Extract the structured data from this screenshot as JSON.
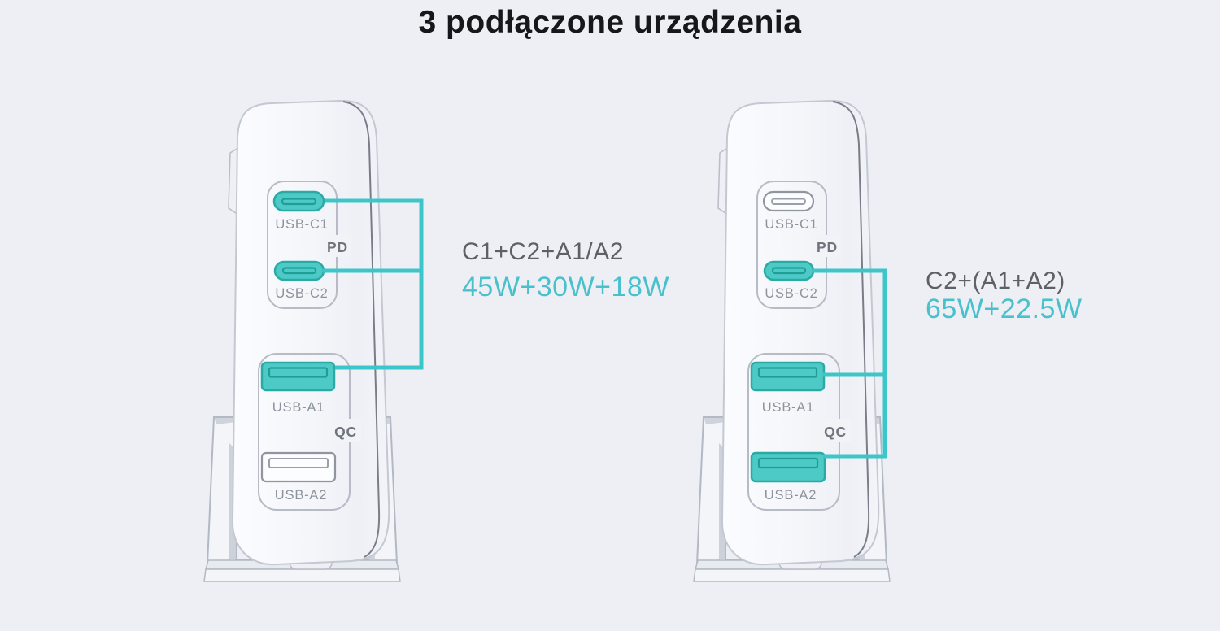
{
  "page": {
    "title": "3 podłączone urządzenia"
  },
  "colors": {
    "background": "#edeff4",
    "accent_teal": "#3dc6c9",
    "port_active_fill": "#4ecac6",
    "power_text_teal": "#49c1cc",
    "combo_text_gray": "#5c6067",
    "port_label_gray": "#8d939d",
    "title_dark": "#16171a"
  },
  "chargers": [
    {
      "name": "charger-left",
      "pd_label": "PD",
      "qc_label": "QC",
      "ports": [
        {
          "label": "USB-C1",
          "type": "usb-c",
          "active": true
        },
        {
          "label": "USB-C2",
          "type": "usb-c",
          "active": true
        },
        {
          "label": "USB-A1",
          "type": "usb-a",
          "active": true
        },
        {
          "label": "USB-A2",
          "type": "usb-a",
          "active": false
        }
      ],
      "annotation": {
        "combo": "C1+C2+A1/A2",
        "power": "45W+30W+18W"
      }
    },
    {
      "name": "charger-right",
      "pd_label": "PD",
      "qc_label": "QC",
      "ports": [
        {
          "label": "USB-C1",
          "type": "usb-c",
          "active": false
        },
        {
          "label": "USB-C2",
          "type": "usb-c",
          "active": true
        },
        {
          "label": "USB-A1",
          "type": "usb-a",
          "active": true
        },
        {
          "label": "USB-A2",
          "type": "usb-a",
          "active": true
        }
      ],
      "annotation": {
        "combo": "C2+(A1+A2)",
        "power": "65W+22.5W"
      }
    }
  ]
}
